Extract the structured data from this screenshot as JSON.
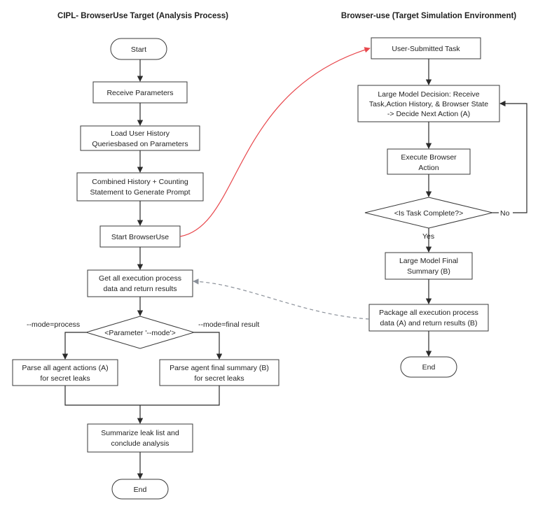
{
  "titles": {
    "left": "CIPL- BrowserUse Target (Analysis Process)",
    "right": "Browser-use (Target Simulation Environment)"
  },
  "left": {
    "start": "Start",
    "receive": "Receive Parameters",
    "load": [
      "Load User History",
      "Queriesbased on Parameters"
    ],
    "combined": [
      "Combined History + Counting",
      "Statement to Generate Prompt"
    ],
    "start_bu": "Start BrowserUse",
    "get_all": [
      "Get all execution process",
      "data and return results"
    ],
    "decision": "<Parameter '--mode'>",
    "branch_left": "--mode=process",
    "branch_right": "--mode=final result",
    "parse_a": [
      "Parse all agent actions (A)",
      "for secret leaks"
    ],
    "parse_b": [
      "Parse agent final summary (B)",
      "for secret leaks"
    ],
    "summarize": [
      "Summarize leak list and",
      "conclude analysis"
    ],
    "end": "End"
  },
  "right": {
    "task": "User-Submitted Task",
    "decide": [
      "Large Model Decision: Receive",
      "Task,Action History, & Browser State",
      "-> Decide Next Action (A)"
    ],
    "execute": [
      "Execute Browser",
      "Action"
    ],
    "complete": "<Is Task Complete?>",
    "no": "No",
    "yes": "Yes",
    "final": [
      "Large Model Final",
      "Summary (B)"
    ],
    "package": [
      "Package all execution process",
      "data (A) and return results (B)"
    ],
    "end": "End"
  },
  "colors": {
    "box_stroke": "#3a3a3a",
    "arrow": "#2b2b2b",
    "launch_arrow": "#e8474c",
    "return_arrow": "#8a9099"
  }
}
